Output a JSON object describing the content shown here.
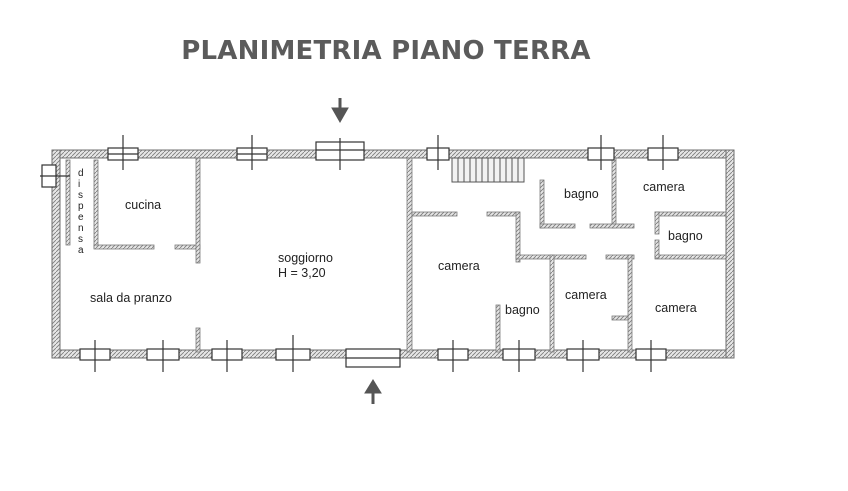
{
  "title": "PLANIMETRIA PIANO TERRA",
  "rooms": {
    "dispensa": "dispensa",
    "cucina": "cucina",
    "sala_da_pranzo": "sala da pranzo",
    "soggiorno": "soggiorno",
    "soggiorno_height": "H = 3,20",
    "camera_center": "camera",
    "bagno_small": "bagno",
    "camera_mid": "camera",
    "camera_right_bottom": "camera",
    "bagno_top": "bagno",
    "camera_top_right": "camera",
    "bagno_right": "bagno"
  },
  "colors": {
    "wall": "#8a8a8a",
    "wall_dark": "#6f6f6f",
    "text": "#222222",
    "title": "#5b5b5b",
    "arrow": "#555555"
  }
}
